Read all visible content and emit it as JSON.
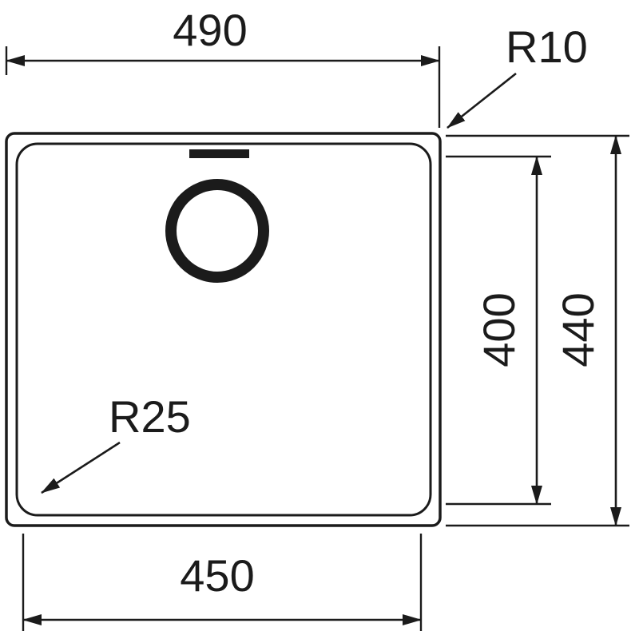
{
  "drawing": {
    "type": "sink-dimension-diagram",
    "view": "top-view technical drawing of rectangular sink bowl",
    "labels": {
      "top_width": "490",
      "bottom_width": "450",
      "inner_height": "400",
      "outer_height": "440",
      "outer_corner_radius": "R10",
      "inner_corner_radius": "R25"
    },
    "colors": {
      "ink": "#1b1b1b",
      "background": "#ffffff"
    }
  }
}
